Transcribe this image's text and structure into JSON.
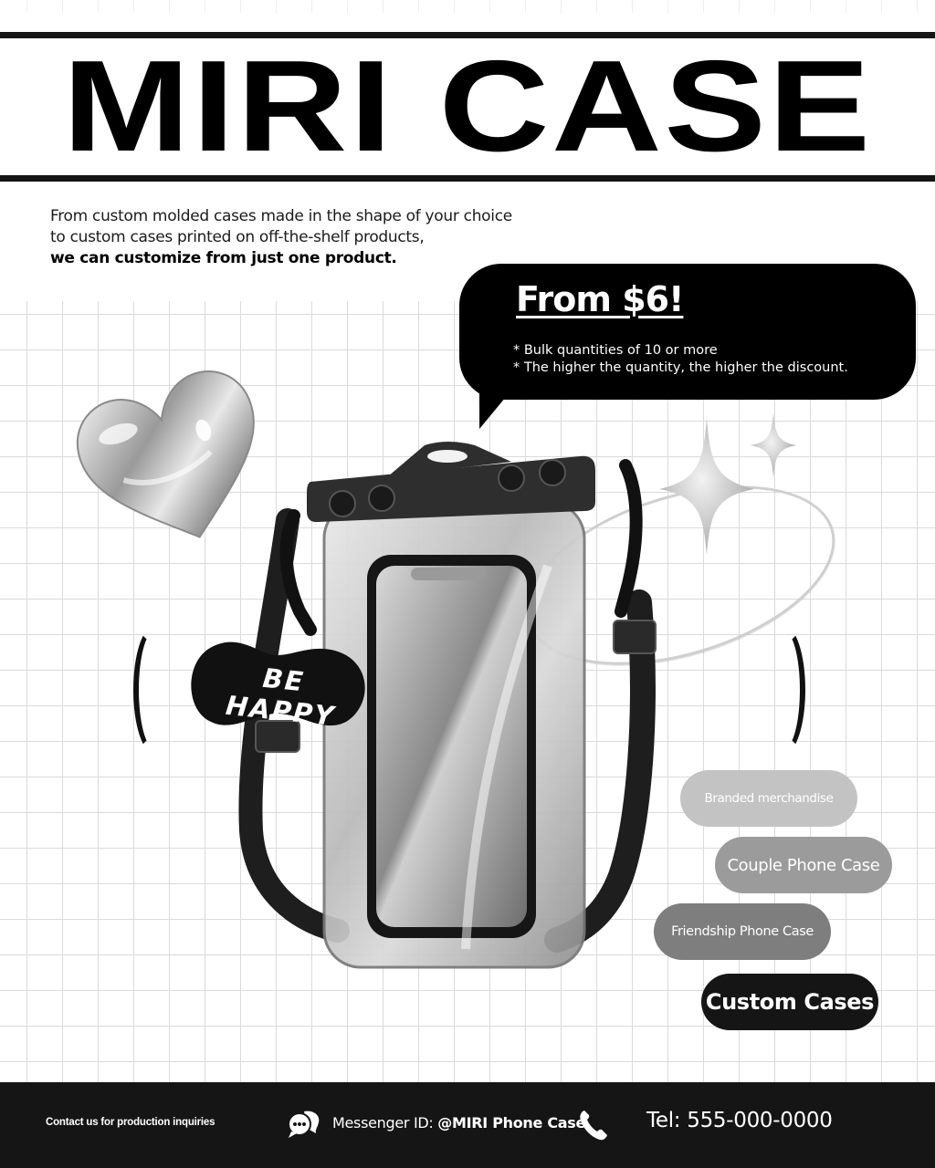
{
  "header": {
    "title": "MIRI CASE"
  },
  "intro": {
    "line1": "From custom molded cases made in the shape of your choice",
    "line2": "to custom cases printed on off-the-shelf products,",
    "line3_bold": "we can customize from just one product."
  },
  "promo_bubble": {
    "title": "From $6!",
    "notes": [
      "* Bulk quantities of 10 or more",
      "* The higher the quantity, the higher the discount."
    ]
  },
  "badge": {
    "text": "BE HAPPY"
  },
  "tags": [
    {
      "label": "Branded merchandise",
      "color": "#c4c3c4"
    },
    {
      "label": "Couple Phone Case",
      "color": "#9c9b9c"
    },
    {
      "label": "Friendship Phone Case",
      "color": "#7f7e7f"
    },
    {
      "label": "Custom Cases",
      "color": "#161516"
    }
  ],
  "footer": {
    "contact_label": "Contact us for production inquiries",
    "messenger_prefix": "Messenger ID: ",
    "messenger_id": "@MIRI Phone Case",
    "tel": "Tel: 555-000-0000",
    "icons": [
      "chat-bubbles-icon",
      "phone-icon"
    ]
  },
  "colors": {
    "primary": "#000000",
    "background": "#ffffff",
    "grid_line": "#dcdadc",
    "footer_bg": "#161516"
  }
}
